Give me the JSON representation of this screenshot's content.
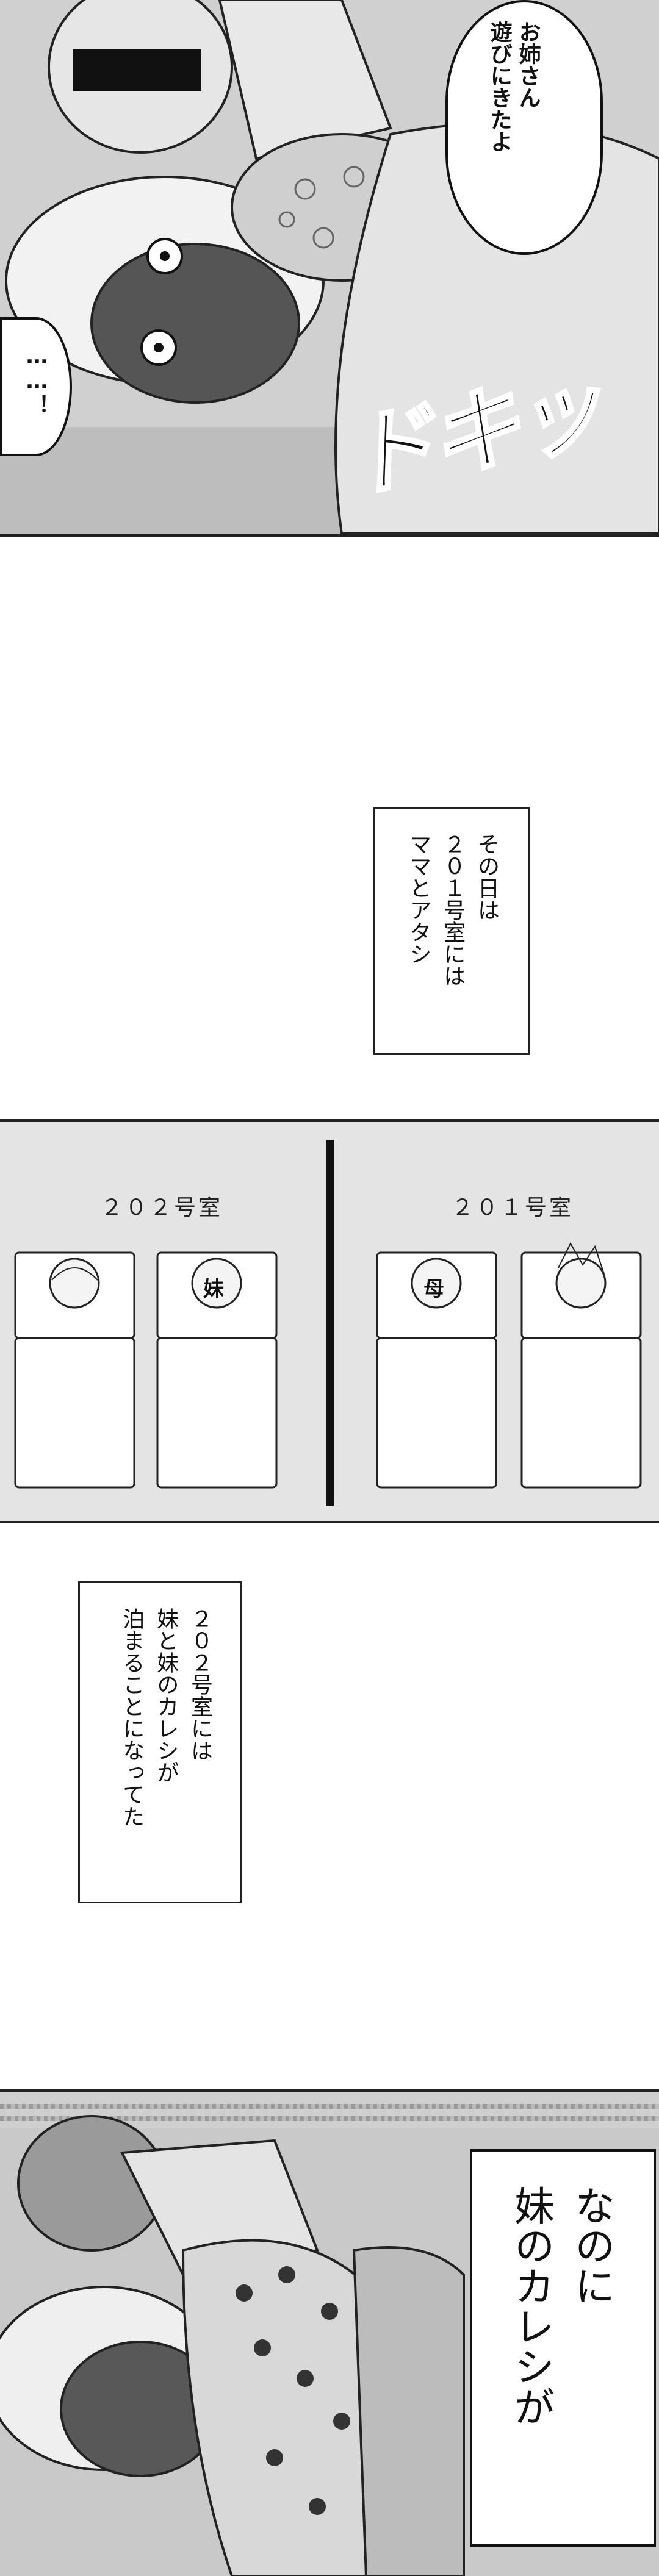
{
  "panel1": {
    "bubble_text": "お姉さん\n遊びにきたよ",
    "gasp_text": "……！",
    "sfx": "ドキッ"
  },
  "caption1": {
    "text": "その日は\n２０１号室には\nママとアタシ"
  },
  "rooms": {
    "room202": {
      "label": "２０２号室",
      "pillow_badge": "妹"
    },
    "room201": {
      "label": "２０１号室",
      "pillow_badge": "母"
    }
  },
  "caption2": {
    "text": "２０２号室には\n妹と妹のカレシが\n泊まることになってた"
  },
  "panel5": {
    "caption_text": "なのに\n妹のカレシが"
  }
}
